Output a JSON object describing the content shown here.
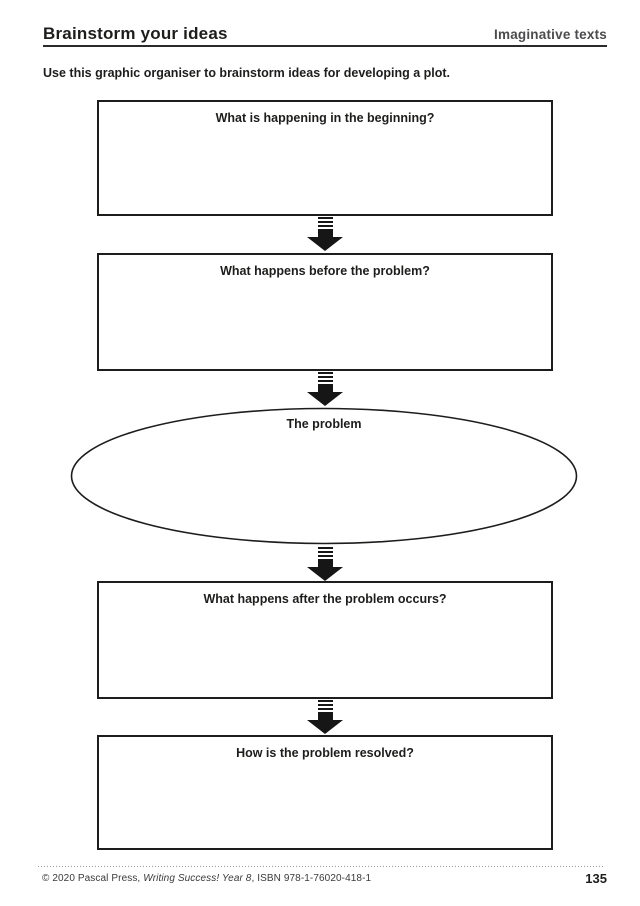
{
  "page": {
    "title": "Brainstorm your ideas",
    "section": "Imaginative texts",
    "instruction": "Use this graphic organiser to brainstorm ideas for developing a plot.",
    "page_number": "135"
  },
  "organiser": {
    "nodes": [
      {
        "shape": "rect",
        "label": "What is happening in the beginning?"
      },
      {
        "shape": "rect",
        "label": "What happens before the problem?"
      },
      {
        "shape": "ellipse",
        "label": "The problem"
      },
      {
        "shape": "rect",
        "label": "What happens after the problem occurs?"
      },
      {
        "shape": "rect",
        "label": "How is the problem resolved?"
      }
    ],
    "connector": "down-arrow"
  },
  "footer": {
    "copyright_prefix": "© 2020 Pascal Press, ",
    "book_title": "Writing Success! Year 8",
    "isbn_suffix": ", ISBN 978-1-76020-418-1"
  },
  "colors": {
    "text": "#1d1d1b",
    "section_label": "#4c4c4e",
    "box_border": "#1d1d1b",
    "arrow": "#161616",
    "footer_text": "#3a3a3a",
    "background": "#ffffff"
  }
}
